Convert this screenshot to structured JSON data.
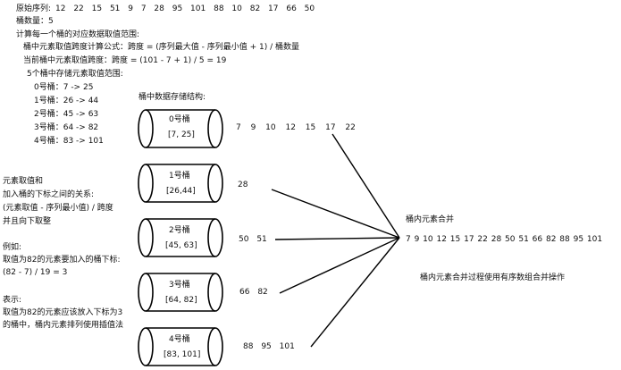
{
  "header": {
    "sequence_label": "原始序列:",
    "sequence_values": "12  22  15  51  9  7  28  95  101  88  10  82  17  66  50",
    "bucket_count": "桶数量：5",
    "range_title": "计算每一个桶的对应数据取值范围:",
    "formula": "桶中元素取值跨度计算公式：跨度 = (序列最大值 - 序列最小值 + 1) / 桶数量",
    "current_span": "当前桶中元素取值跨度：跨度 = (101 - 7 + 1) / 5 = 19",
    "range_list_title": "5个桶中存储元素取值范围:",
    "ranges": [
      "0号桶：7 -> 25",
      "1号桶：26 -> 44",
      "2号桶：45 -> 63",
      "3号桶：64 -> 82",
      "4号桶：83 -> 101"
    ]
  },
  "structure_title": "桶中数据存储结构:",
  "buckets": [
    {
      "name": "0号桶",
      "range": "[7, 25]",
      "contents": "7  9  10  12  15  17  22"
    },
    {
      "name": "1号桶",
      "range": "[26,44]",
      "contents": "28"
    },
    {
      "name": "2号桶",
      "range": "[45, 63]",
      "contents": "50  51"
    },
    {
      "name": "3号桶",
      "range": "[64, 82]",
      "contents": "66  82"
    },
    {
      "name": "4号桶",
      "range": "[83, 101]",
      "contents": "88  95  101"
    }
  ],
  "left_notes": {
    "relation": "元素取值和\n加入桶的下标之间的关系:\n(元素取值 - 序列最小值) / 跨度\n并且向下取整",
    "example": "例如:\n取值为82的元素要加入的桶下标:\n(82 - 7) / 19 = 3",
    "meaning": "表示:\n取值为82的元素应该放入下标为3\n的桶中，桶内元素排列使用插值法"
  },
  "merge": {
    "title": "桶内元素合并",
    "result": "7  9  10  12  15  17  22  28  50  51  66  82  88  95  101",
    "note": "桶内元素合并过程使用有序数组合并操作"
  },
  "colors": {
    "stroke": "#000000",
    "text": "#111111"
  }
}
